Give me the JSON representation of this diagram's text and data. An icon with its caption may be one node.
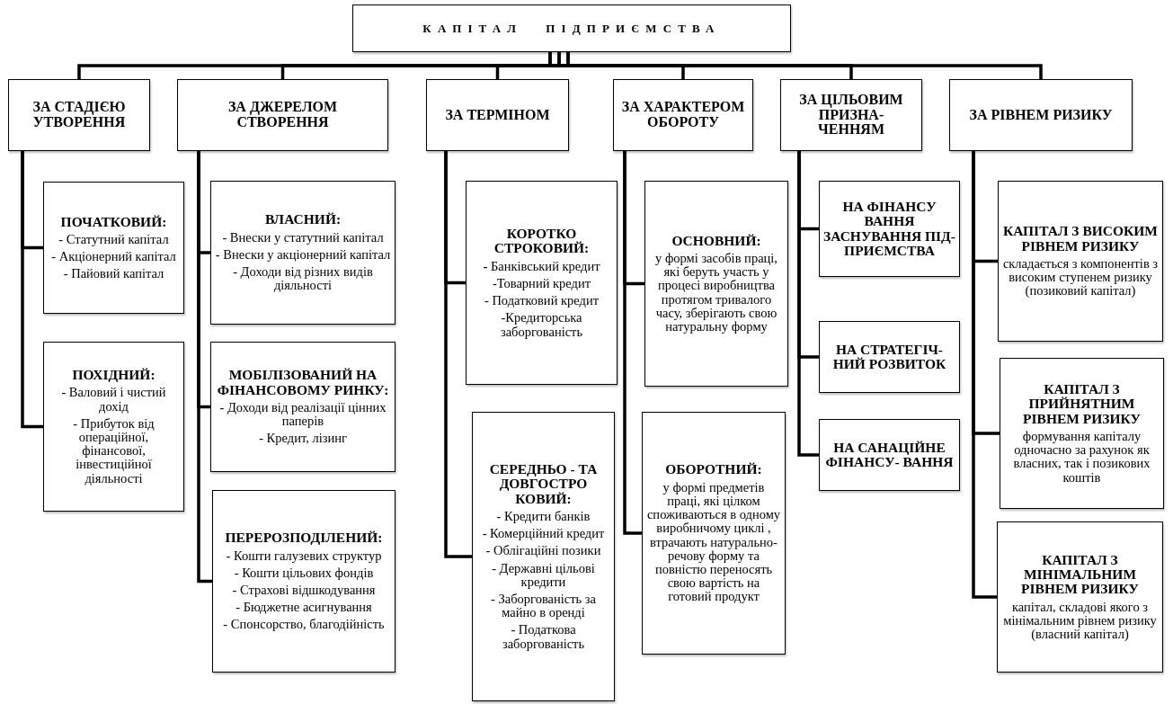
{
  "diagram": {
    "nodes": [
      {
        "text": [
          "КАПІТАЛ ПІДПРИЄМСТВА"
        ]
      },
      {
        "text": [
          "ЗА СТАДІЄЮ УТВОРЕННЯ"
        ]
      },
      {
        "text": [
          "ЗА ДЖЕРЕЛОМ СТВОРЕННЯ"
        ]
      },
      {
        "text": [
          "ЗА ТЕРМІНОМ"
        ]
      },
      {
        "text": [
          "ЗА ХАРАКТЕРОМ ОБОРОТУ"
        ]
      },
      {
        "text": [
          "ЗА ЦІЛЬОВИМ ПРИЗНА- ЧЕННЯМ"
        ]
      },
      {
        "text": [
          "ЗА РІВНЕМ РИЗИКУ"
        ]
      },
      {
        "text": [
          "ПОЧАТКОВИЙ:",
          "- Статутний капітал",
          "- Акціонерний капітал",
          "- Пайовий капітал"
        ]
      },
      {
        "text": [
          "ПОХІДНИЙ:",
          "- Валовий і чистий дохід",
          "- Прибуток від операційної, фінансової, інвестиційної діяльності"
        ]
      },
      {
        "text": [
          "ВЛАСНИЙ:",
          "- Внески у статутний капітал",
          "- Внески у акціонерний капітал",
          "- Доходи від різних видів діяльності"
        ]
      },
      {
        "text": [
          "МОБІЛІЗОВАНИЙ НА ФІНАНСОВОМУ РИНКУ:",
          "- Доходи від реалізації цінних паперів",
          "- Кредит, лізинг"
        ]
      },
      {
        "text": [
          "ПЕРЕРОЗПОДІЛЕНИЙ:",
          "- Кошти галузевих структур",
          "- Кошти цільових фондів",
          "- Страхові відшкодування",
          "- Бюджетне асигнування",
          "- Спонсорство, благодійність"
        ]
      },
      {
        "text": [
          "КОРОТКО СТРОКОВИЙ:",
          "**-** Банківський кредит",
          "-Товарний кредит",
          "- Податковий кредит",
          "-Кредиторська заборгованість"
        ]
      },
      {
        "text": [
          "СЕРЕДНЬО - ТА ДОВГОСТРО КОВИЙ:",
          "- Кредити банків",
          "- Комерційний кредит",
          "- Облігаційні позики",
          "- Державні цільові кредити",
          "- Заборгованість за майно в оренді",
          "- Податкова заборгованість"
        ]
      },
      {
        "text": [
          "ОСНОВНИЙ:",
          "у формі засобів праці, які беруть участь у процесі виробництва протягом тривалого часу, зберігають свою натуральну форму"
        ]
      },
      {
        "text": [
          "ОБОРОТНИЙ:",
          "у формі предметів праці, які цілком споживаються в одному виробничому циклі , втрачають натурально-речову форму та повністю переносять свою вартість на готовий продукт"
        ]
      },
      {
        "text": [
          "НА ФІНАНСУ ВАННЯ ЗАСНУВАННЯ ПІД- ПРИЄМСТВА"
        ]
      },
      {
        "text": [
          "НА СТРАТЕГІЧ- НИЙ РОЗВИТОК"
        ]
      },
      {
        "text": [
          "НА САНАЦІЙНЕ ФІНАНСУ- ВАННЯ"
        ]
      },
      {
        "text": [
          "КАПІТАЛ З ВИСОКИМ РІВНЕМ РИЗИКУ",
          "складається з компонентів з високим ступенем ризику (позиковий капітал)"
        ]
      },
      {
        "text": [
          "КАПІТАЛ З ПРИЙНЯТНИМ РІВНЕМ РИЗИКУ",
          "формування капіталу одночасно за рахунок як власних, так і позикових коштів"
        ]
      },
      {
        "text": [
          "КАПІТАЛ З МІНІМАЛЬНИМ РІВНЕМ РИЗИКУ",
          "капітал, складові якого з мінімальним рівнем ризику (власний капітал)"
        ]
      }
    ],
    "edges": [
      {
        "from": 0,
        "to": 1,
        "arrow": "none"
      },
      {
        "from": 0,
        "to": 2,
        "arrow": "none"
      },
      {
        "from": 0,
        "to": 3,
        "arrow": "none"
      },
      {
        "from": 0,
        "to": 4,
        "arrow": "none"
      },
      {
        "from": 0,
        "to": 5,
        "arrow": "none"
      },
      {
        "from": 0,
        "to": 6,
        "arrow": "none"
      },
      {
        "from": 1,
        "to": 7,
        "arrow": "none"
      },
      {
        "from": 1,
        "to": 8,
        "arrow": "none"
      },
      {
        "from": 2,
        "to": 9,
        "arrow": "none"
      },
      {
        "from": 2,
        "to": 10,
        "arrow": "none"
      },
      {
        "from": 2,
        "to": 11,
        "arrow": "none"
      },
      {
        "from": 3,
        "to": 12,
        "arrow": "none"
      },
      {
        "from": 3,
        "to": 13,
        "arrow": "none"
      },
      {
        "from": 4,
        "to": 14,
        "arrow": "none"
      },
      {
        "from": 4,
        "to": 15,
        "arrow": "none"
      },
      {
        "from": 5,
        "to": 16,
        "arrow": "none"
      },
      {
        "from": 5,
        "to": 17,
        "arrow": "none"
      },
      {
        "from": 5,
        "to": 18,
        "arrow": "none"
      },
      {
        "from": 6,
        "to": 19,
        "arrow": "none"
      },
      {
        "from": 6,
        "to": 20,
        "arrow": "none"
      },
      {
        "from": 6,
        "to": 21,
        "arrow": "none"
      }
    ]
  }
}
